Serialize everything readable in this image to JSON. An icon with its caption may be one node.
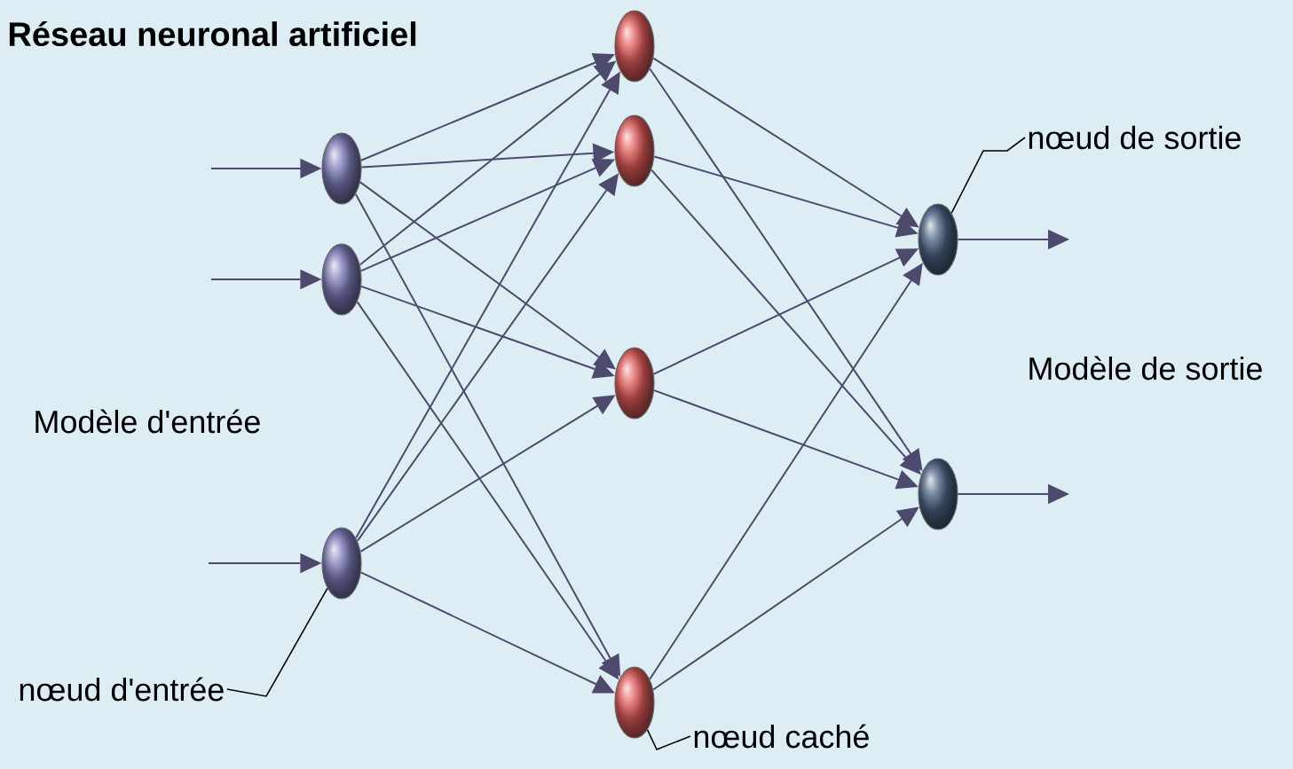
{
  "diagram": {
    "title": "Réseau neuronal artificiel",
    "nodes": [
      {
        "text": [],
        "shape": "circle"
      },
      {
        "text": [],
        "shape": "circle"
      },
      {
        "text": [],
        "shape": "circle"
      },
      {
        "text": [],
        "shape": "circle"
      },
      {
        "text": [],
        "shape": "circle"
      },
      {
        "text": [],
        "shape": "circle"
      },
      {
        "text": [],
        "shape": "circle"
      },
      {
        "text": [],
        "shape": "circle"
      },
      {
        "text": [],
        "shape": "circle"
      },
      {
        "text": [
          "nœud de sortie"
        ]
      },
      {
        "text": [
          "nœud d'entrée"
        ]
      },
      {
        "text": [
          "nœud caché"
        ]
      }
    ],
    "edges": [
      {
        "from": null,
        "to": 0,
        "arrow": "to"
      },
      {
        "from": null,
        "to": 1,
        "arrow": "to"
      },
      {
        "from": null,
        "to": 2,
        "arrow": "to"
      },
      {
        "from": 0,
        "to": 3,
        "arrow": "to"
      },
      {
        "from": 0,
        "to": 4,
        "arrow": "to"
      },
      {
        "from": 0,
        "to": 5,
        "arrow": "to"
      },
      {
        "from": 0,
        "to": 6,
        "arrow": "to"
      },
      {
        "from": 1,
        "to": 3,
        "arrow": "to"
      },
      {
        "from": 1,
        "to": 4,
        "arrow": "to"
      },
      {
        "from": 1,
        "to": 5,
        "arrow": "to"
      },
      {
        "from": 1,
        "to": 6,
        "arrow": "to"
      },
      {
        "from": 2,
        "to": 3,
        "arrow": "to"
      },
      {
        "from": 2,
        "to": 4,
        "arrow": "to"
      },
      {
        "from": 2,
        "to": 5,
        "arrow": "to"
      },
      {
        "from": 2,
        "to": 6,
        "arrow": "to"
      },
      {
        "from": 3,
        "to": 7,
        "arrow": "to"
      },
      {
        "from": 3,
        "to": 8,
        "arrow": "to"
      },
      {
        "from": 4,
        "to": 7,
        "arrow": "to"
      },
      {
        "from": 4,
        "to": 8,
        "arrow": "to"
      },
      {
        "from": 5,
        "to": 7,
        "arrow": "to"
      },
      {
        "from": 5,
        "to": 8,
        "arrow": "to"
      },
      {
        "from": 6,
        "to": 7,
        "arrow": "to"
      },
      {
        "from": 6,
        "to": 8,
        "arrow": "to"
      },
      {
        "from": 7,
        "to": null,
        "arrow": "to"
      },
      {
        "from": 8,
        "to": null,
        "arrow": "to"
      },
      {
        "from": 9,
        "to": 7,
        "arrow": "none",
        "color": "#000000"
      },
      {
        "from": 10,
        "to": 2,
        "arrow": "none",
        "color": "#000000"
      },
      {
        "from": 11,
        "to": 6,
        "arrow": "none",
        "color": "#000000"
      }
    ],
    "labels": [
      "Modèle d'entrée",
      "Modèle de sortie"
    ]
  }
}
